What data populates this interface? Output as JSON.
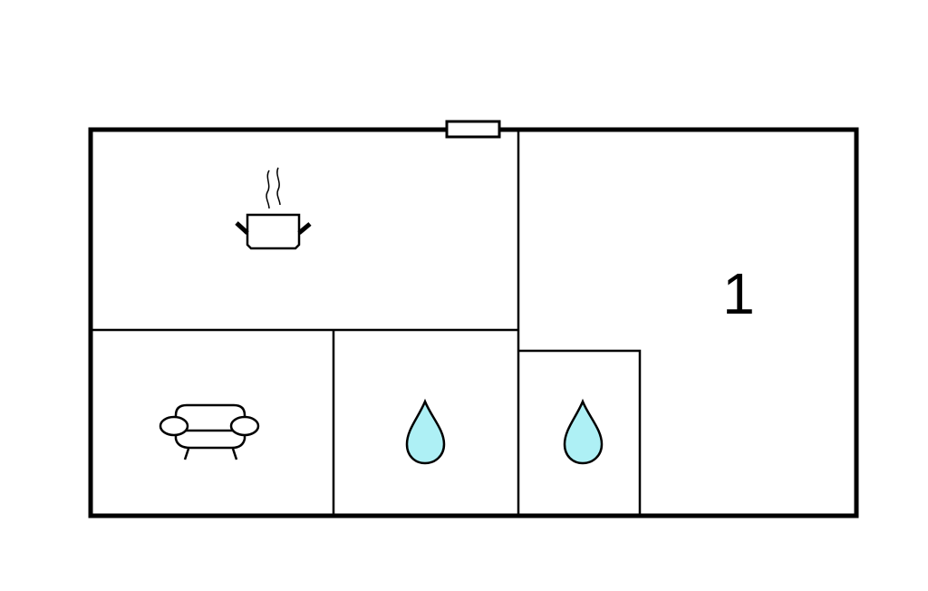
{
  "floorplan": {
    "rooms": [
      {
        "name": "kitchen",
        "icon": "cooking-pot-icon"
      },
      {
        "name": "living-room",
        "icon": "sofa-icon"
      },
      {
        "name": "bathroom-1",
        "icon": "water-drop-icon"
      },
      {
        "name": "bathroom-2",
        "icon": "water-drop-icon"
      },
      {
        "name": "bedroom",
        "label": "1"
      }
    ],
    "colors": {
      "wall": "#000000",
      "water": "#aef0f5",
      "background": "#ffffff"
    }
  }
}
